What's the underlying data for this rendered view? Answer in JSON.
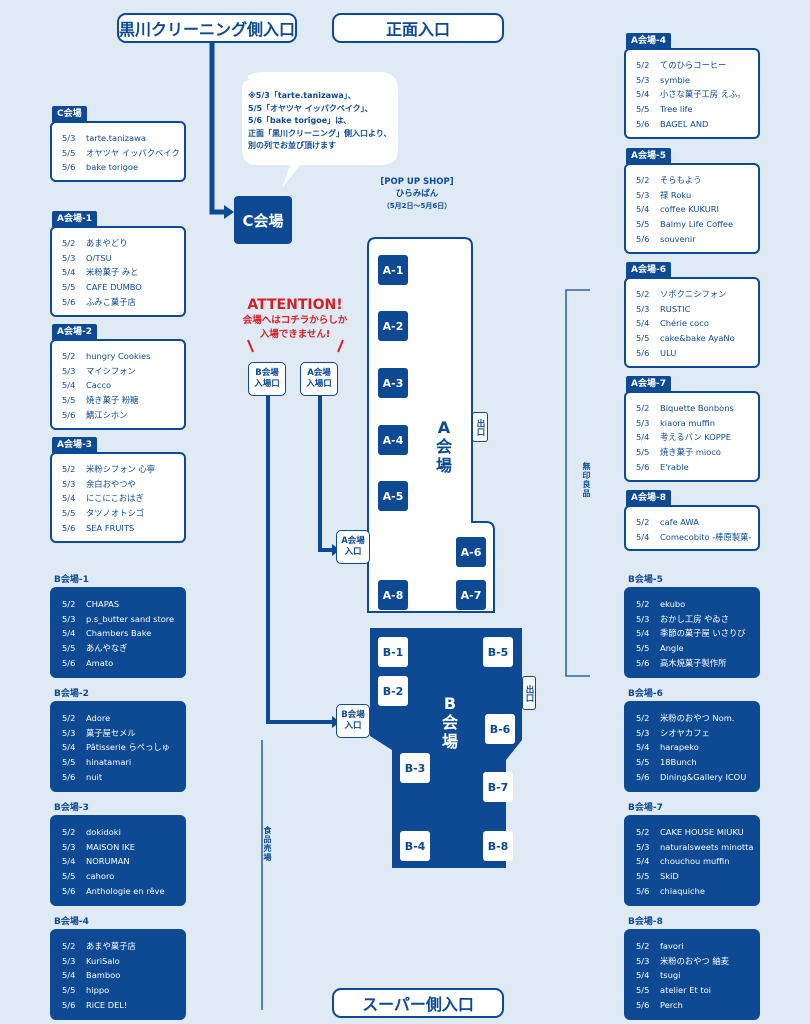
{
  "entrances": {
    "kurokawa": "黒川クリーニング側入口",
    "front": "正面入口",
    "supermarket": "スーパー側入口"
  },
  "notice": {
    "lines": [
      "※5/3「tarte.tanizawa」、",
      "5/5「オヤツヤ イッパクベイク」、",
      "5/6「bake torigoe」は、",
      "正面「黒川クリーニング」側入口より、",
      "別の列でお並び頂けます"
    ]
  },
  "c_hall": {
    "label": "C会場"
  },
  "popup": {
    "line1": "[POP UP SHOP]",
    "line2": "ひらみぱん",
    "line3": "（5月2日〜5月6日）"
  },
  "attention": {
    "title": "ATTENTION!",
    "line1": "会場へはコチラからしか",
    "line2": "入場できません!"
  },
  "entry_labels": {
    "b_top": "B会場\n入場口",
    "a_top": "A会場\n入場口",
    "a_side": "A会場\n入口",
    "b_side": "B会場\n入口"
  },
  "a_hall": {
    "label": "A\n会\n場",
    "exit": "出口"
  },
  "b_hall": {
    "label": "B\n会\n場",
    "exit": "出口"
  },
  "booths": {
    "a": [
      "A-1",
      "A-2",
      "A-3",
      "A-4",
      "A-5",
      "A-6",
      "A-7",
      "A-8"
    ],
    "b": [
      "B-1",
      "B-2",
      "B-3",
      "B-4",
      "B-5",
      "B-6",
      "B-7",
      "B-8"
    ]
  },
  "side_labels": {
    "mujirushi": "無印良品",
    "shokuhin": "食品売場"
  },
  "left_cards": [
    {
      "title": "C会場",
      "style": "outline",
      "rows": [
        [
          "5/3",
          "tarte.tanizawa"
        ],
        [
          "5/5",
          "オヤツヤ イッパクベイク"
        ],
        [
          "5/6",
          "bake torigoe"
        ]
      ]
    },
    {
      "title": "A会場-1",
      "style": "outline",
      "rows": [
        [
          "5/2",
          "あまやどり"
        ],
        [
          "5/3",
          "O/TSU"
        ],
        [
          "5/4",
          "米粉菓子 みと"
        ],
        [
          "5/5",
          "CAFE DUMBO"
        ],
        [
          "5/6",
          "ふみこ菓子店"
        ]
      ]
    },
    {
      "title": "A会場-2",
      "style": "outline",
      "rows": [
        [
          "5/2",
          "hungry Cookies"
        ],
        [
          "5/3",
          "マイシフォン"
        ],
        [
          "5/4",
          "Cacco"
        ],
        [
          "5/5",
          "焼き菓子 粉糖"
        ],
        [
          "5/6",
          "鯖江シホン"
        ]
      ]
    },
    {
      "title": "A会場-3",
      "style": "outline",
      "rows": [
        [
          "5/2",
          "米粉シフォン 心寧"
        ],
        [
          "5/3",
          "余白おやつや"
        ],
        [
          "5/4",
          "にこにこおはぎ"
        ],
        [
          "5/5",
          "タツノオトシゴ"
        ],
        [
          "5/6",
          "SEA FRUITS"
        ]
      ]
    },
    {
      "title": "B会場-1",
      "style": "filled",
      "rows": [
        [
          "5/2",
          "CHAPAS"
        ],
        [
          "5/3",
          "p.s_butter sand store"
        ],
        [
          "5/4",
          "Chambers Bake"
        ],
        [
          "5/5",
          "あんやなぎ"
        ],
        [
          "5/6",
          "Amato"
        ]
      ]
    },
    {
      "title": "B会場-2",
      "style": "filled",
      "rows": [
        [
          "5/2",
          "Adore"
        ],
        [
          "5/3",
          "菓子屋セメル"
        ],
        [
          "5/4",
          "Pâtisserie らぺっしゅ"
        ],
        [
          "5/5",
          "hinatamari"
        ],
        [
          "5/6",
          "nuit"
        ]
      ]
    },
    {
      "title": "B会場-3",
      "style": "filled",
      "rows": [
        [
          "5/2",
          "dokidoki"
        ],
        [
          "5/3",
          "MAISON IKE"
        ],
        [
          "5/4",
          "NORUMAN"
        ],
        [
          "5/5",
          "cahoro"
        ],
        [
          "5/6",
          "Anthologie en rêve"
        ]
      ]
    },
    {
      "title": "B会場-4",
      "style": "filled",
      "rows": [
        [
          "5/2",
          "あまや菓子店"
        ],
        [
          "5/3",
          "KuriSalo"
        ],
        [
          "5/4",
          "Bamboo"
        ],
        [
          "5/5",
          "hippo"
        ],
        [
          "5/6",
          "RiCE DEL!"
        ]
      ]
    }
  ],
  "right_cards": [
    {
      "title": "A会場-4",
      "style": "outline",
      "rows": [
        [
          "5/2",
          "てのひらコーヒー"
        ],
        [
          "5/3",
          "symbie"
        ],
        [
          "5/4",
          "小さな菓子工房 えふ。"
        ],
        [
          "5/5",
          "Tree life"
        ],
        [
          "5/6",
          "BAGEL AND"
        ]
      ]
    },
    {
      "title": "A会場-5",
      "style": "outline",
      "rows": [
        [
          "5/2",
          "そらもよう"
        ],
        [
          "5/3",
          "禄 Roku"
        ],
        [
          "5/4",
          "coffee KUKURI"
        ],
        [
          "5/5",
          "Balmy Life Coffee"
        ],
        [
          "5/6",
          "souvenir"
        ]
      ]
    },
    {
      "title": "A会場-6",
      "style": "outline",
      "rows": [
        [
          "5/2",
          "ソボクニシフォン"
        ],
        [
          "5/3",
          "RUSTIC"
        ],
        [
          "5/4",
          "Chérie coco"
        ],
        [
          "5/5",
          "cake&bake AyaNo"
        ],
        [
          "5/6",
          "ULU"
        ]
      ]
    },
    {
      "title": "A会場-7",
      "style": "outline",
      "rows": [
        [
          "5/2",
          "Biquette Bonbons"
        ],
        [
          "5/3",
          "kiaora muffin"
        ],
        [
          "5/4",
          "考えるパン KOPPE"
        ],
        [
          "5/5",
          "焼き菓子 mioco"
        ],
        [
          "5/6",
          "E'rable"
        ]
      ]
    },
    {
      "title": "A会場-8",
      "style": "outline",
      "rows": [
        [
          "5/2",
          "cafe AWA"
        ],
        [
          "5/4",
          "Comecobito -棒原製菓-"
        ]
      ]
    },
    {
      "title": "B会場-5",
      "style": "filled",
      "rows": [
        [
          "5/2",
          "ekubo"
        ],
        [
          "5/3",
          "おかし工房 やゐさ"
        ],
        [
          "5/4",
          "季節の菓子屋 いさりび"
        ],
        [
          "5/5",
          "Angle"
        ],
        [
          "5/6",
          "高木焼菓子製作所"
        ]
      ]
    },
    {
      "title": "B会場-6",
      "style": "filled",
      "rows": [
        [
          "5/2",
          "米粉のおやつ Nom."
        ],
        [
          "5/3",
          "シオヤカフェ"
        ],
        [
          "5/4",
          "harapeko"
        ],
        [
          "5/5",
          "18Bunch"
        ],
        [
          "5/6",
          "Dining&Gallery ICOU"
        ]
      ]
    },
    {
      "title": "B会場-7",
      "style": "filled",
      "rows": [
        [
          "5/2",
          "CAKE HOUSE MIUKU"
        ],
        [
          "5/3",
          "naturalsweets minotta."
        ],
        [
          "5/4",
          "chouchou muffin"
        ],
        [
          "5/5",
          "SkiD"
        ],
        [
          "5/6",
          "chiaquiche"
        ]
      ]
    },
    {
      "title": "B会場-8",
      "style": "filled",
      "rows": [
        [
          "5/2",
          "favori"
        ],
        [
          "5/3",
          "米粉のおやつ 紬麦"
        ],
        [
          "5/4",
          "tsugi"
        ],
        [
          "5/5",
          "atelier Et toi"
        ],
        [
          "5/6",
          "Perch"
        ]
      ]
    }
  ]
}
